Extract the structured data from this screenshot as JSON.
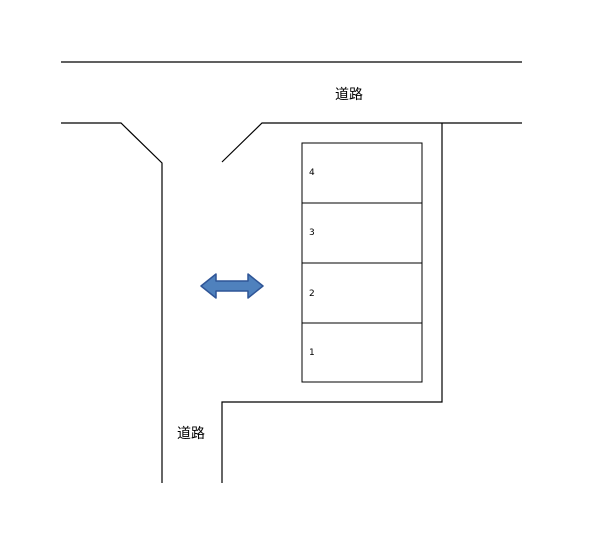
{
  "roads": {
    "top_label": "道路",
    "bottom_label": "道路"
  },
  "parking": {
    "slots": [
      {
        "label": "4"
      },
      {
        "label": "3"
      },
      {
        "label": "2"
      },
      {
        "label": "1"
      }
    ]
  },
  "arrow": {
    "icon": "double-arrow-icon",
    "fill_color": "#4f81bd",
    "stroke_color": "#2f5597"
  }
}
